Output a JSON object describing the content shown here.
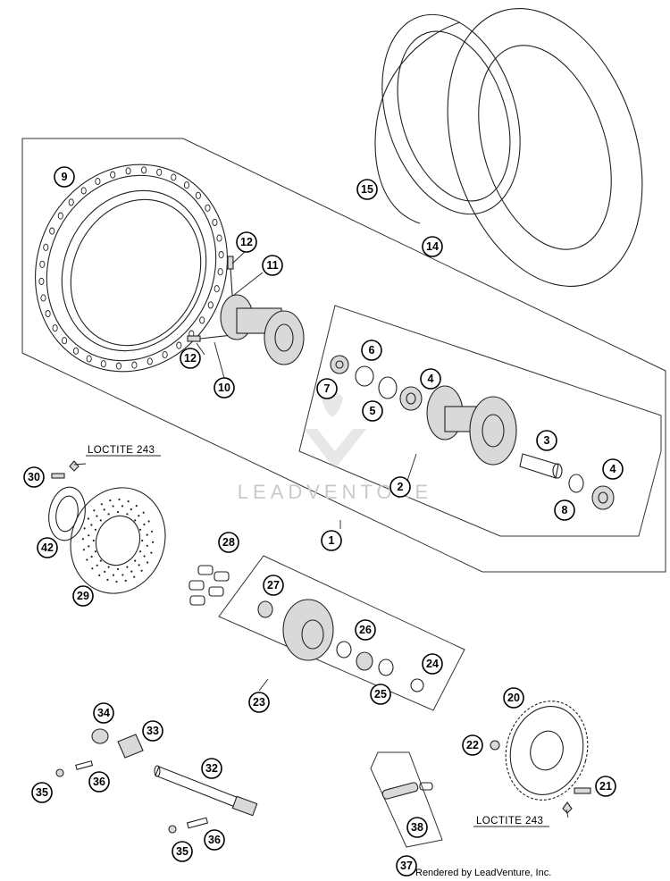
{
  "callouts": [
    "1",
    "2",
    "3",
    "4",
    "4",
    "5",
    "6",
    "7",
    "8",
    "9",
    "10",
    "11",
    "12",
    "12",
    "14",
    "15",
    "20",
    "21",
    "22",
    "23",
    "24",
    "25",
    "26",
    "27",
    "28",
    "29",
    "30",
    "32",
    "33",
    "34",
    "35",
    "35",
    "36",
    "36",
    "37",
    "38",
    "42"
  ],
  "notes": {
    "loctite_top": "LOCTITE 243",
    "loctite_bottom": "LOCTITE 243"
  },
  "watermark": "LEADVENTORE",
  "credit": "Rendered by LeadVenture, Inc."
}
